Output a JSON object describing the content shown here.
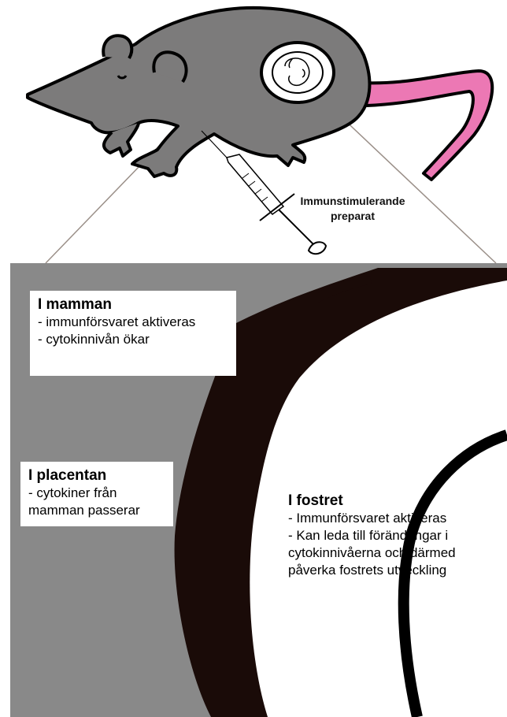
{
  "syringe_label": {
    "line1": "Immunstimulerande",
    "line2": "preparat"
  },
  "mother": {
    "title": "I mamman",
    "lines": [
      "- immunförsvaret aktiveras",
      "- cytokinnivån ökar"
    ]
  },
  "placenta": {
    "title": "I placentan",
    "lines": [
      "- cytokiner från",
      "mamman passerar"
    ]
  },
  "fetus": {
    "title": "I fostret",
    "lines": [
      "- Immunförsvaret aktiveras",
      "- Kan leda till förändringar i",
      "cytokinnivåerna och därmed",
      "påverka fostrets utveckling"
    ]
  },
  "colors": {
    "body": "#7c7b7b",
    "outline": "#000000",
    "tail": "#ec78b4",
    "uterus_tissue": "#898989",
    "placenta_wall": "#1a0b08",
    "fetal_space": "#ffffff"
  }
}
